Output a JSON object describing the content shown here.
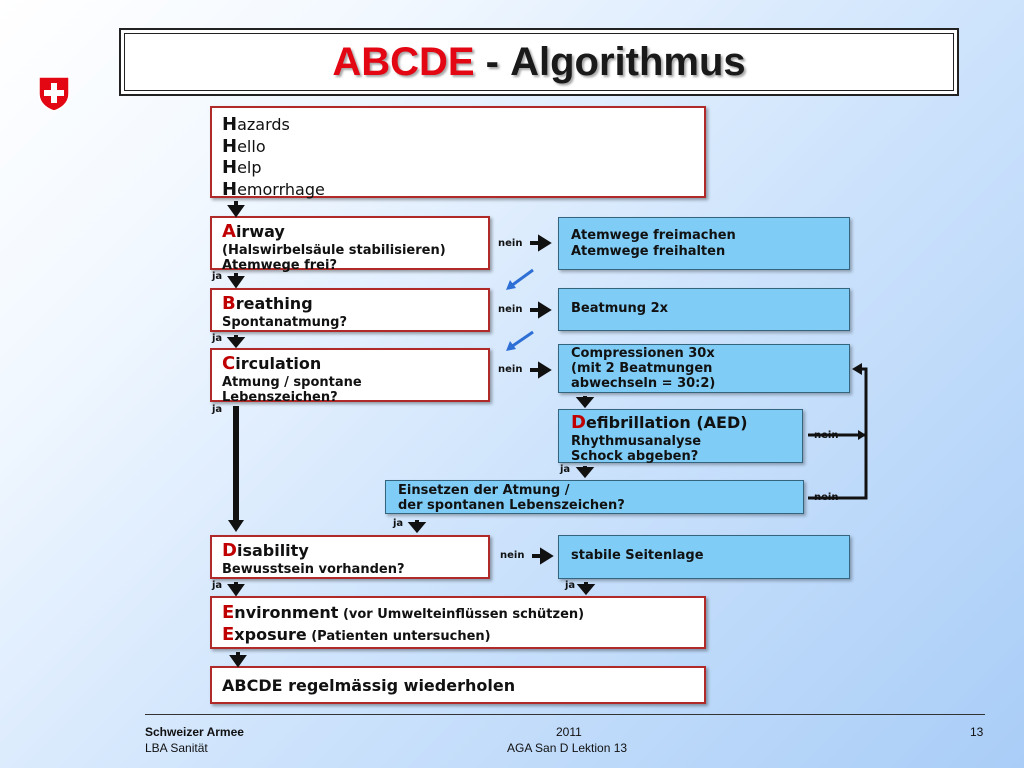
{
  "title": {
    "part1": "ABCDE",
    "sep": " - ",
    "part2": "Algorithmus"
  },
  "hazards": {
    "lines": [
      {
        "initial": "H",
        "rest": "azards"
      },
      {
        "initial": "H",
        "rest": "ello"
      },
      {
        "initial": "H",
        "rest": "elp"
      },
      {
        "initial": "H",
        "rest": "emorrhage"
      }
    ]
  },
  "airway": {
    "initial": "A",
    "rest": "irway",
    "sub1": "(Halswirbelsäule stabilisieren)",
    "sub2": "Atemwege frei?"
  },
  "airway_action": {
    "line1": "Atemwege freimachen",
    "line2": "Atemwege freihalten"
  },
  "breathing": {
    "initial": "B",
    "rest": "reathing",
    "sub1": "Spontanatmung?"
  },
  "breathing_action": {
    "line1": "Beatmung 2x"
  },
  "circulation": {
    "initial": "C",
    "rest": "irculation",
    "sub1": "Atmung / spontane",
    "sub2": "Lebenszeichen?"
  },
  "compression": {
    "line1": "Compressionen 30x",
    "line2": "(mit 2 Beatmungen",
    "line3": "abwechseln = 30:2)"
  },
  "defib": {
    "initial": "D",
    "rest": "efibrillation (AED)",
    "sub1": "Rhythmusanalyse",
    "sub2": "Schock abgeben?"
  },
  "resume": {
    "line1": "Einsetzen der Atmung /",
    "line2": "der spontanen Lebenszeichen?"
  },
  "disability": {
    "initial": "D",
    "rest": "isability",
    "sub1": "Bewusstsein vorhanden?"
  },
  "recovery": {
    "line1": "stabile Seitenlage"
  },
  "env": {
    "initial1": "E",
    "rest1": "nvironment",
    "note1": " (vor Umwelteinflüssen schützen)",
    "initial2": "E",
    "rest2": "xposure",
    "note2": " (Patienten untersuchen)"
  },
  "repeat": {
    "text": "ABCDE regelmässig wiederholen"
  },
  "labels": {
    "no": "nein",
    "yes": "ja"
  },
  "footer": {
    "org": "Schweizer Armee",
    "unit": "LBA Sanität",
    "year": "2011",
    "course": "AGA San D Lektion 13",
    "page": "13"
  },
  "colors": {
    "accent_red": "#e30613",
    "box_border_red": "#b02a2a",
    "box_blue": "#7fccf6",
    "flag_red": "#e30613"
  }
}
